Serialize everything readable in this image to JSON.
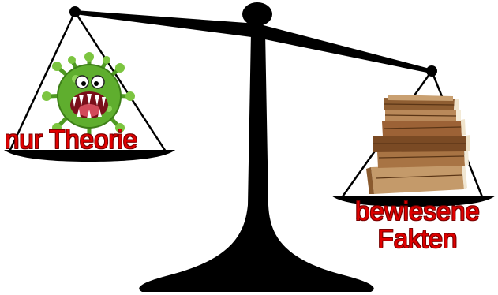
{
  "left_pan": {
    "label": "nur Theorie",
    "icon": "virus-monster-icon"
  },
  "right_pan": {
    "label_line1": "bewiesene",
    "label_line2": "Fakten",
    "icon": "book-stack-icon"
  },
  "colors": {
    "scale": "#000000",
    "caption": "#e00000",
    "virus": "#5fae2e",
    "book": "#b5824a"
  }
}
